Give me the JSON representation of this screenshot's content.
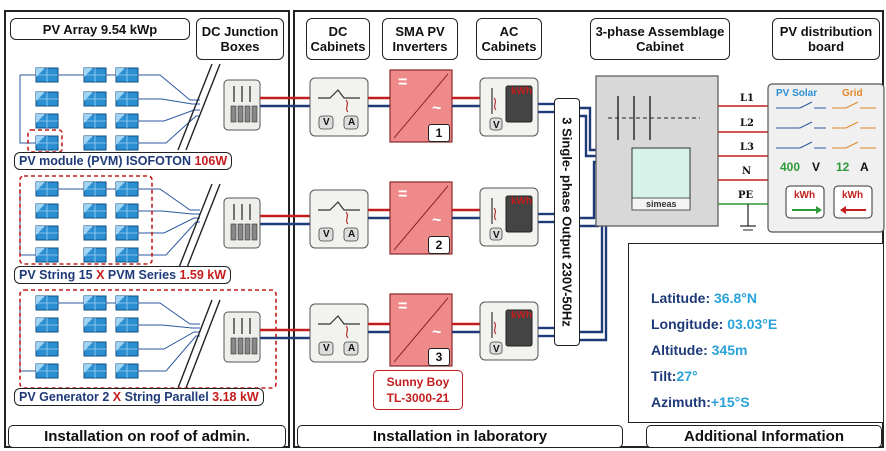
{
  "headers": {
    "pv_array": "PV Array 9.54 kWp",
    "dc_junction": "DC Junction Boxes",
    "dc_cabinets": "DC Cabinets",
    "sma_inverters": "SMA PV Inverters",
    "ac_cabinets": "AC Cabinets",
    "assemblage": "3-phase Assemblage Cabinet",
    "distribution": "PV distribution board"
  },
  "captions": {
    "module_prefix": "PV module (PVM) ISOFOTON ",
    "module_value": "106W",
    "string_prefix": "PV String  15 ",
    "string_x": "X",
    "string_mid": " PVM Series ",
    "string_value": "1.59 kW",
    "generator_prefix": "PV Generator 2 ",
    "generator_x": "X",
    "generator_mid": " String Parallel ",
    "generator_value": "3.18 kW"
  },
  "cabinet_marks": {
    "v": "V",
    "a": "A",
    "kwh": "kWh",
    "eq": "=",
    "tilde": "~"
  },
  "inverters": [
    {
      "number": "1"
    },
    {
      "number": "2"
    },
    {
      "number": "3"
    }
  ],
  "inverter_model": {
    "line1": "Sunny Boy",
    "line2": "TL-3000-21"
  },
  "output_label": "3 Single- phase Output  230V-50Hz",
  "phases": [
    "L1",
    "L2",
    "L3",
    "N",
    "PE"
  ],
  "assemblage_device": "simeas",
  "distribution_board": {
    "pv_solar": "PV Solar",
    "grid": "Grid",
    "voltage_value": "400",
    "voltage_unit": "V",
    "current_value": "12",
    "current_unit": "A",
    "kwh": "kWh"
  },
  "sections": {
    "roof": "Installation on roof of admin.",
    "lab": "Installation in laboratory",
    "info": "Additional Information"
  },
  "additional_info": [
    {
      "label": "Latitude: ",
      "value": "36.8°N"
    },
    {
      "label": "Longitude: ",
      "value": "03.03°E"
    },
    {
      "label": "Altitude: ",
      "value": "345m"
    },
    {
      "label": "Tilt:",
      "value": "27°"
    },
    {
      "label": "Azimuth:",
      "value": "+15°S"
    }
  ],
  "colors": {
    "red_line": "#c41d1d",
    "blue_line": "#1f3a78",
    "inverter_fill": "#ef8a8a",
    "panel_blue": "#2b8fd1",
    "green_line": "#2e9b3a"
  }
}
